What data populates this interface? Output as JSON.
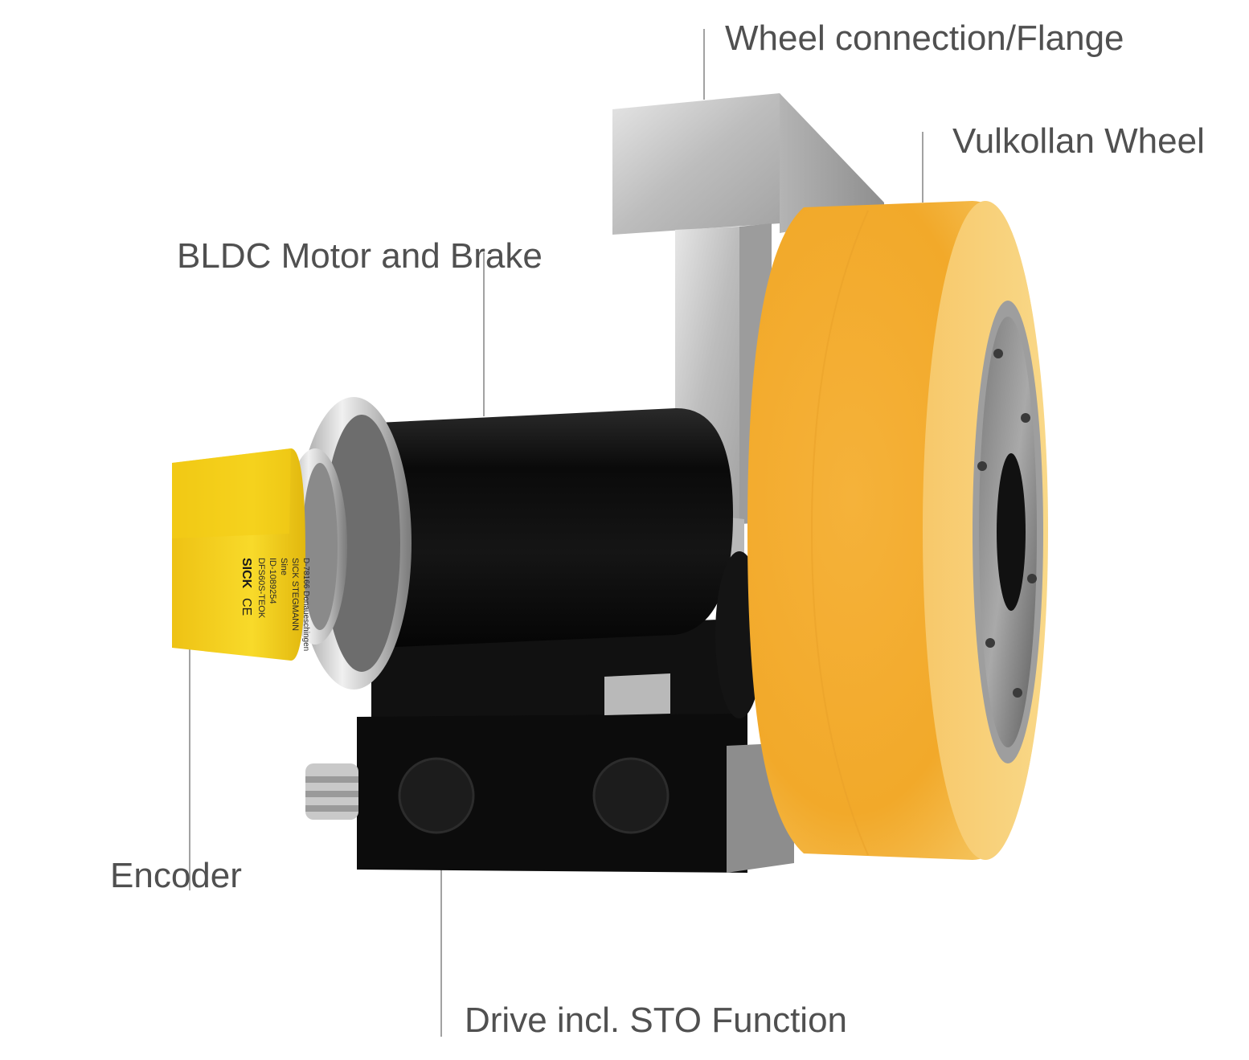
{
  "colors": {
    "label_text": "#505050",
    "leader_line": "#8a8a8a",
    "wheel_tread": "#f3b63c",
    "motor_body": "#0d0d0d",
    "encoder": "#f6d21c",
    "aluminium": "#c8c8c8"
  },
  "labels": {
    "flange": "Wheel connection/Flange",
    "wheel": "Vulkollan Wheel",
    "motor": "BLDC Motor and Brake",
    "encoder": "Encoder",
    "drive": "Drive incl. STO Function"
  },
  "encoder_print": {
    "brand": "SICK",
    "marks": "CE",
    "line1": "DFS60S-TEOK",
    "line2": "ID-1089254",
    "line3": "Sine",
    "line4": "SICK STEGMANN",
    "line5": "D-78166 Donaueschingen"
  }
}
